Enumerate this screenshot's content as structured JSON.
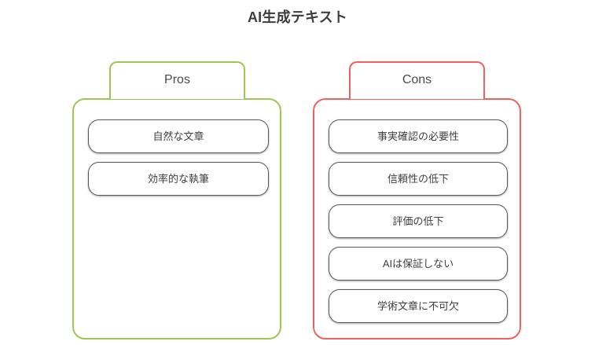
{
  "title": "AI生成テキスト",
  "colors": {
    "background": "#ffffff",
    "title_text": "#3d3d3d",
    "pros_accent": "#9fc653",
    "cons_accent": "#ee6161",
    "item_border": "#57585a",
    "item_text": "#3f3f3f"
  },
  "columns": [
    {
      "key": "pros",
      "tab_label": "Pros",
      "accent": "#9fc653",
      "items": [
        {
          "label": "自然な文章"
        },
        {
          "label": "効率的な執筆"
        }
      ]
    },
    {
      "key": "cons",
      "tab_label": "Cons",
      "accent": "#ee6161",
      "items": [
        {
          "label": "事実確認の必要性"
        },
        {
          "label": "信頼性の低下"
        },
        {
          "label": "評価の低下"
        },
        {
          "label": "AIは保証しない"
        },
        {
          "label": "学術文章に不可欠"
        }
      ]
    }
  ]
}
